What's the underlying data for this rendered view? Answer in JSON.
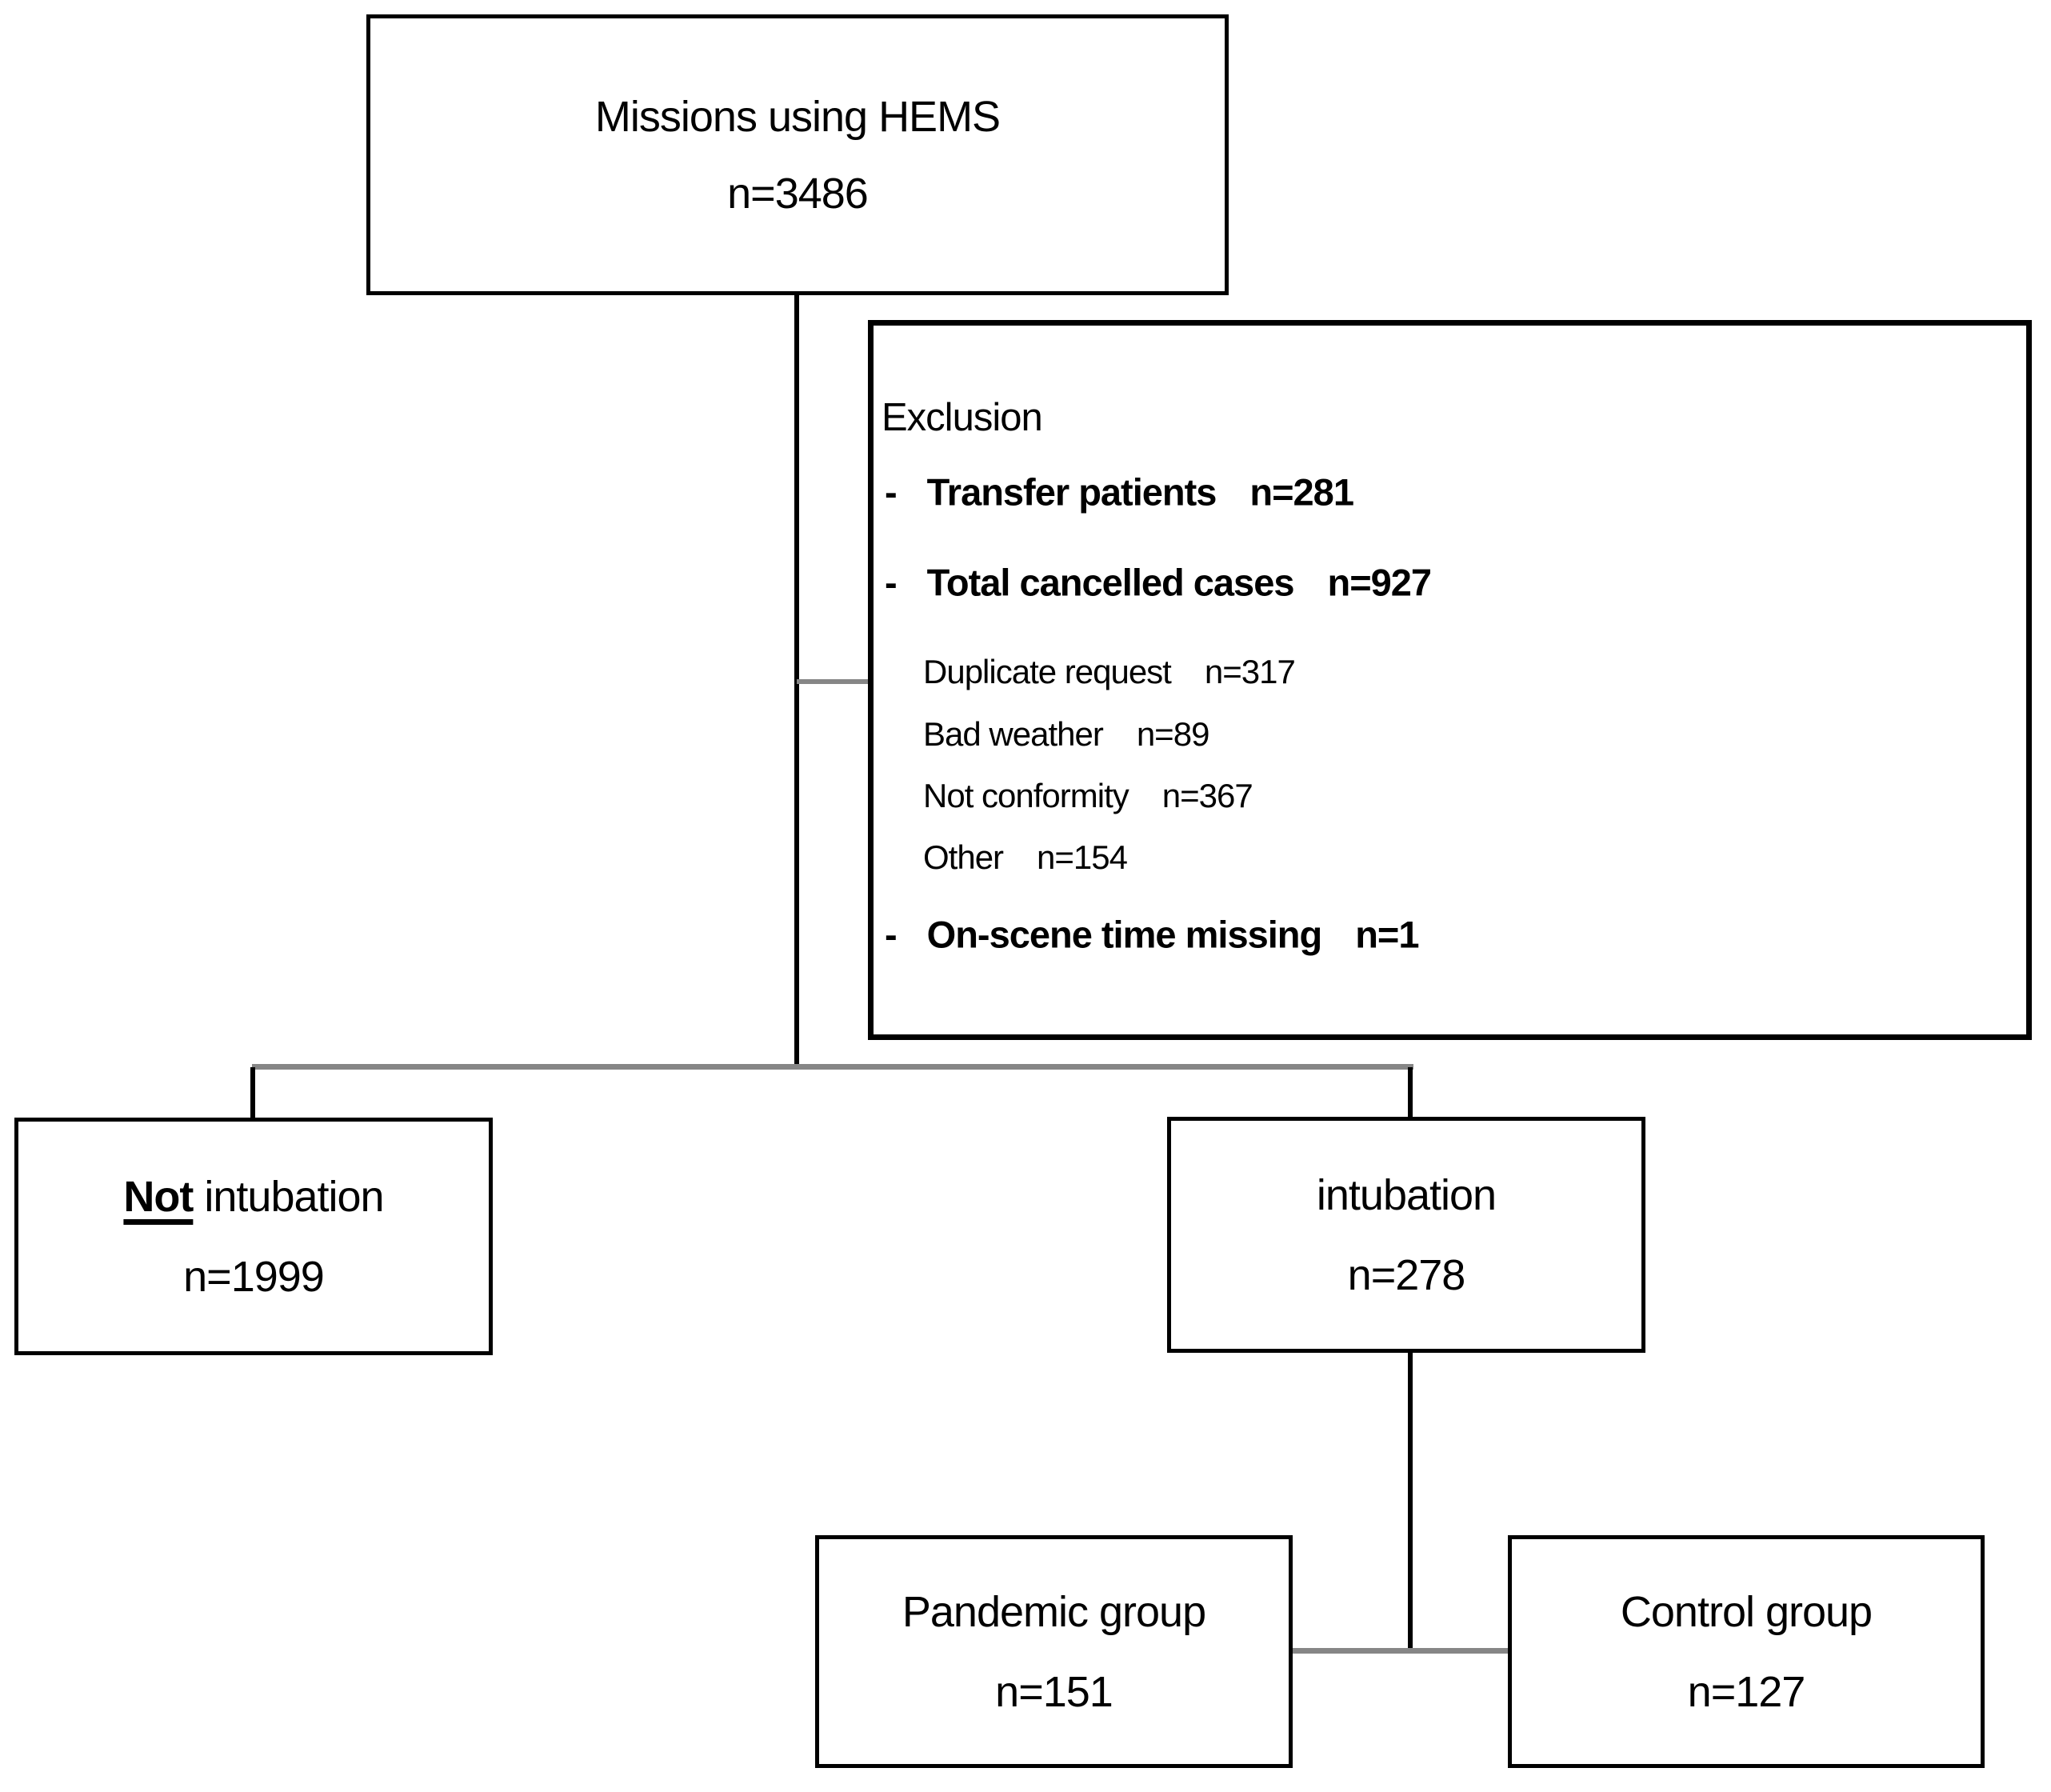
{
  "figure": {
    "top_box": {
      "line1": "Missions using HEMS",
      "line2": "n=3486"
    },
    "exclusion_box": {
      "title": "Exclusion",
      "items": [
        {
          "bullet": "-",
          "label": "Transfer patients",
          "value": "n=281"
        },
        {
          "bullet": "-",
          "label": "Total cancelled cases",
          "value": "n=927"
        }
      ],
      "sub_items": [
        {
          "label": "Duplicate request",
          "value": "n=317"
        },
        {
          "label": "Bad weather",
          "value": "n=89"
        },
        {
          "label": "Not conformity",
          "value": "n=367"
        },
        {
          "label": "Other",
          "value": "n=154"
        }
      ],
      "last_item": {
        "bullet": "-",
        "label": "On-scene time missing",
        "value": "n=1"
      }
    },
    "not_intubation_box": {
      "word_not": "Not",
      "word_rest": "intubation",
      "line2": "n=1999"
    },
    "intubation_box": {
      "line1": "intubation",
      "line2": "n=278"
    },
    "pandemic_box": {
      "line1": "Pandemic group",
      "line2": "n=151"
    },
    "control_box": {
      "line1": "Control group",
      "line2": "n=127"
    }
  },
  "colors": {
    "background": "#ffffff",
    "text": "#000000",
    "box_border": "#000000",
    "connector_black": "#000000",
    "connector_gray": "#868686"
  }
}
